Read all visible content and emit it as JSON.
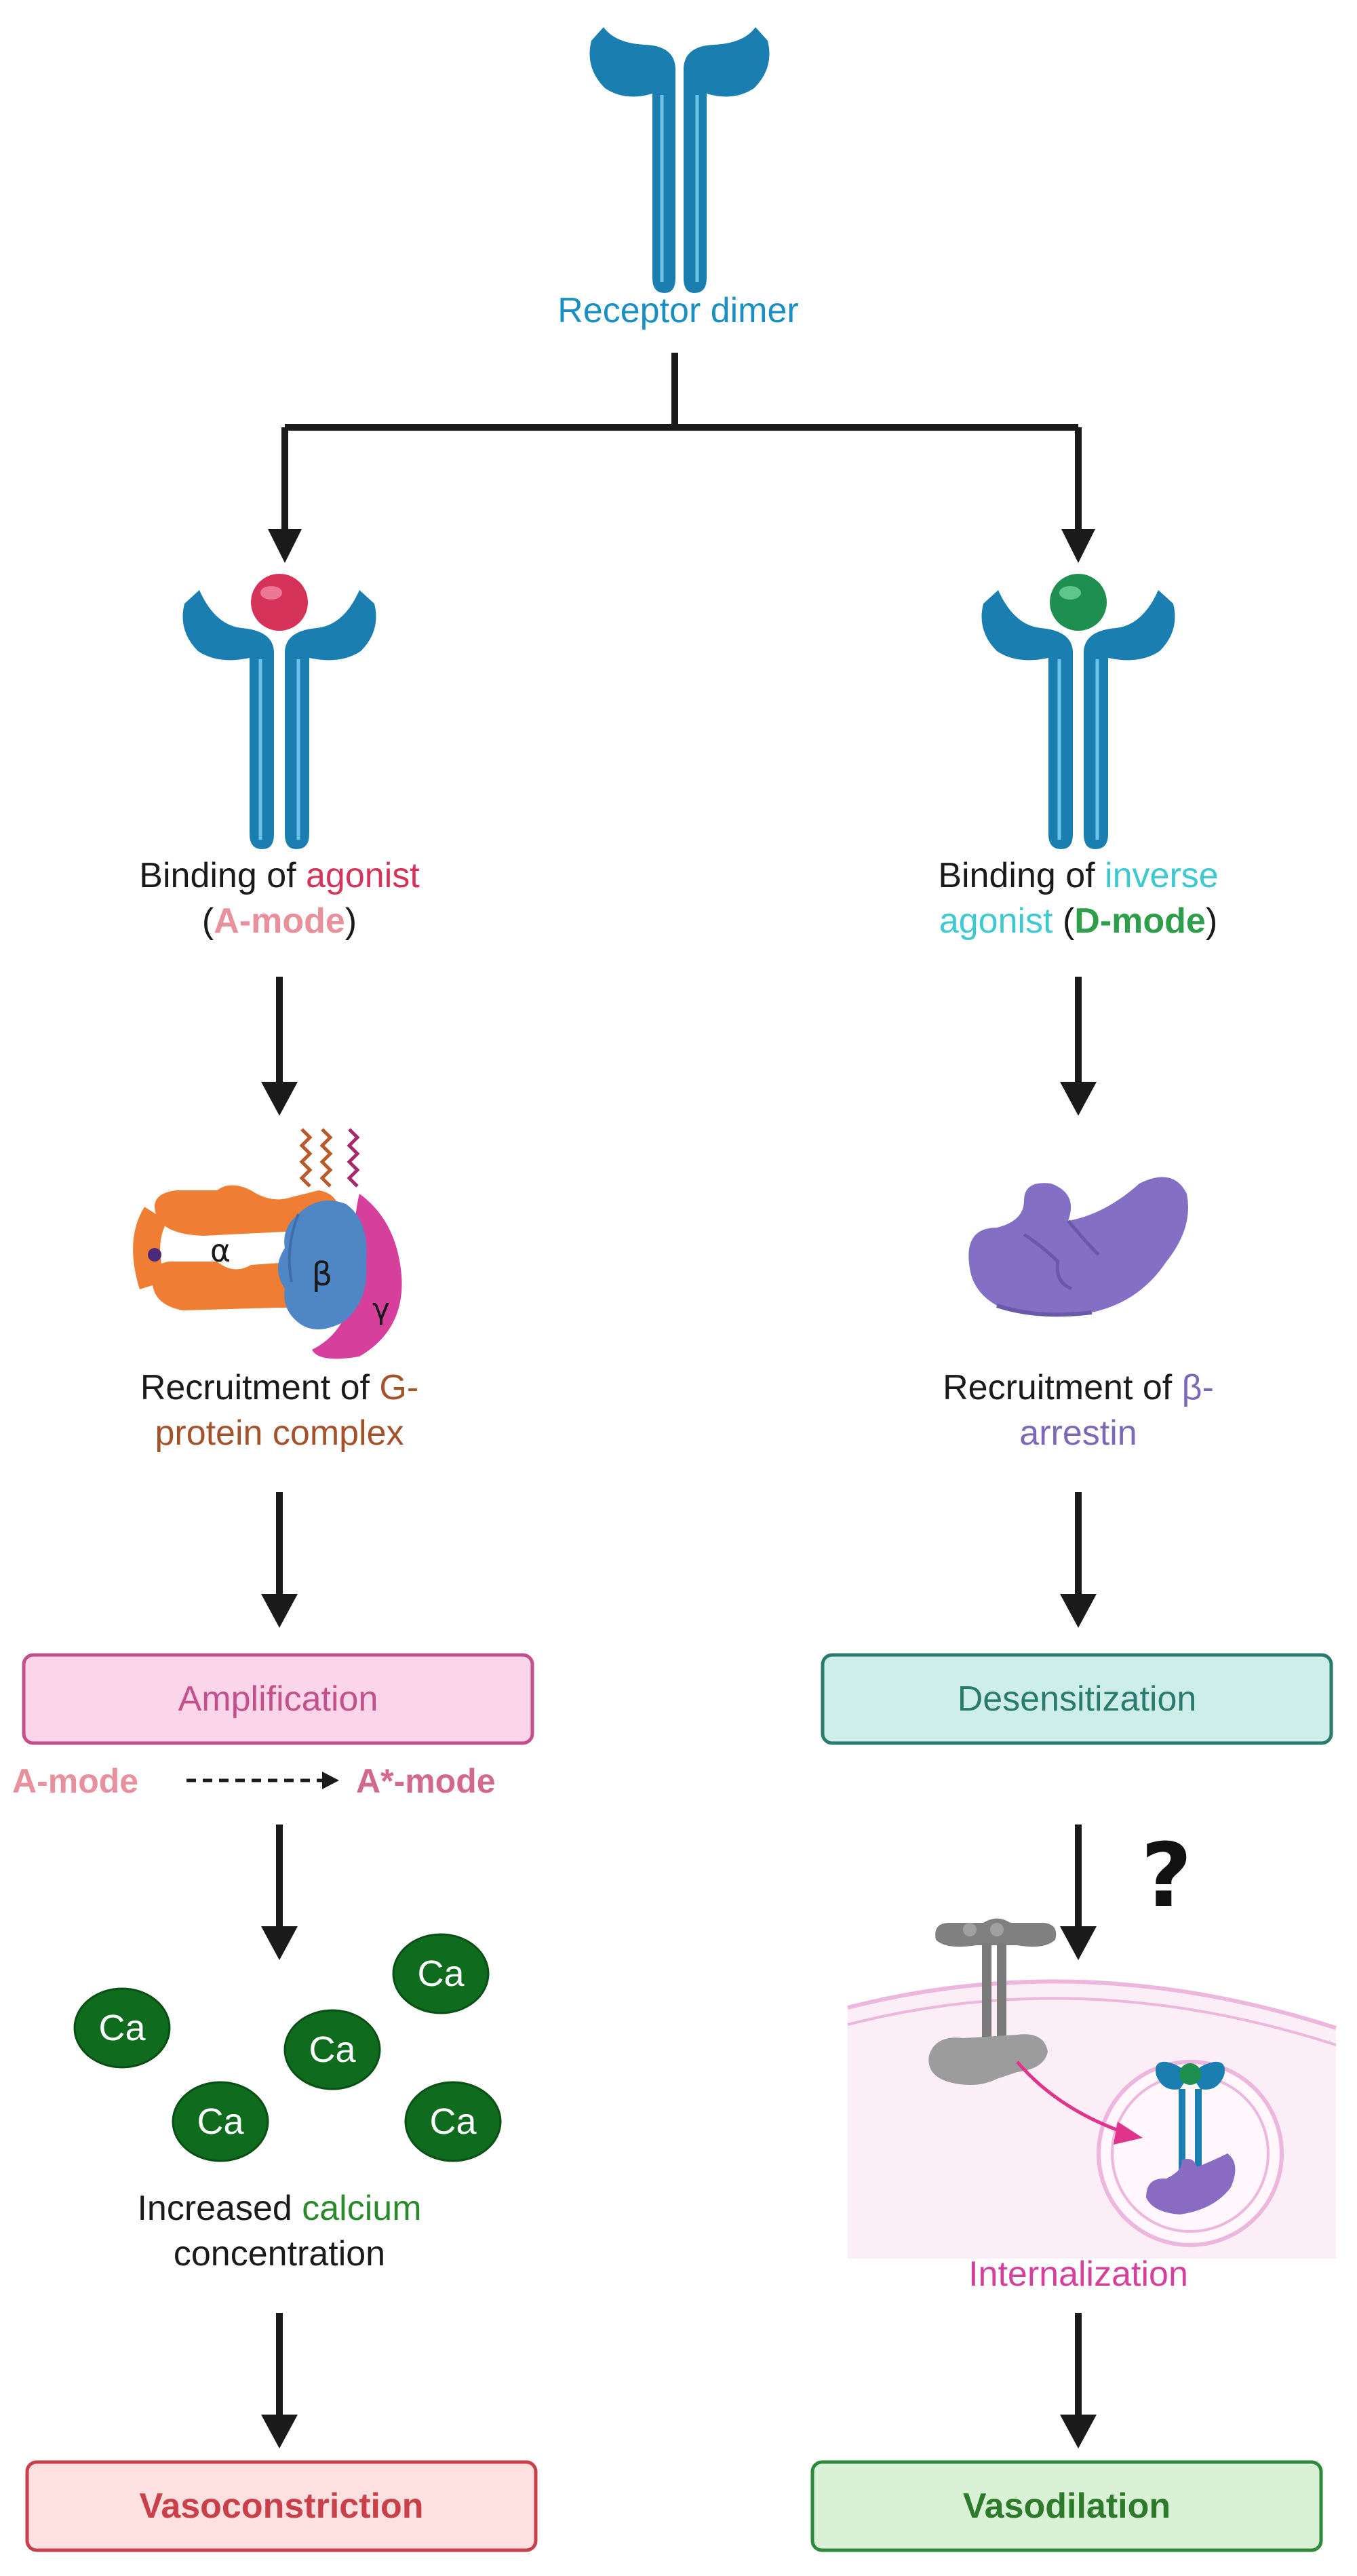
{
  "top": {
    "label": "Receptor dimer"
  },
  "left": {
    "binding_prefix": "Binding of ",
    "binding_ligand": "agonist",
    "mode_open": "(",
    "mode_name": "A-mode",
    "mode_close": ")",
    "recruit_prefix": "Recruitment of ",
    "recruit_target_1": "G-",
    "recruit_target_2": "protein complex",
    "subunit_alpha": "α",
    "subunit_beta": "β",
    "subunit_gamma": "γ",
    "box": "Amplification",
    "transition_from": "A-mode",
    "transition_to": "A*-mode",
    "ion_label": "Ca",
    "effect_prefix": "Increased ",
    "effect_word": "calcium",
    "effect_line2": "concentration",
    "outcome": "Vasoconstriction"
  },
  "right": {
    "binding_prefix": "Binding of ",
    "binding_ligand_1": "inverse",
    "binding_ligand_2": "agonist",
    "mode_open": "(",
    "mode_name": "D-mode",
    "mode_close": ")",
    "recruit_prefix": "Recruitment of ",
    "recruit_target_1": "β-",
    "recruit_target_2": "arrestin",
    "box": "Desensitization",
    "unknown_mark": "?",
    "process": "Internalization",
    "outcome": "Vasodilation"
  },
  "colors": {
    "receptor": "#1a7fb0",
    "agonist": "#d6335a",
    "inverse_agonist": "#1e8f4e",
    "amplification_fill": "#fbd5ea",
    "amplification_border": "#c2508a",
    "desensitization_fill": "#cdeee9",
    "desensitization_border": "#2a7a6e",
    "vasoconstriction_fill": "#fde0e0",
    "vasoconstriction_border": "#c8404a",
    "vasodilation_fill": "#d9f2d6",
    "vasodilation_border": "#2d8a3a",
    "calcium": "#0f6b1e",
    "arrestin": "#7b68b8"
  }
}
